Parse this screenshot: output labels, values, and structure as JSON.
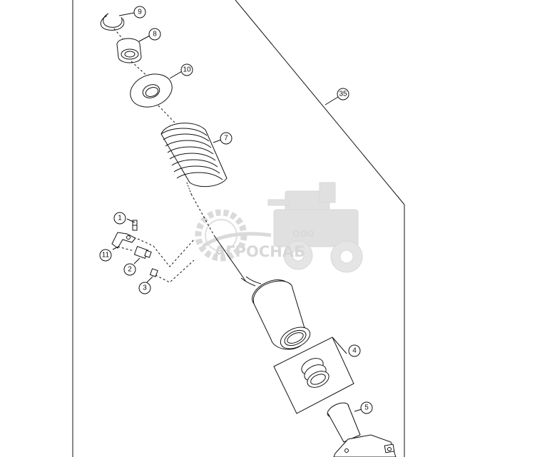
{
  "diagram": {
    "callouts": [
      "9",
      "8",
      "10",
      "35",
      "7",
      "1",
      "11",
      "2",
      "3",
      "4",
      "5"
    ]
  },
  "watermark": {
    "prefix": "ООО",
    "name": "АГРОСНАБ"
  }
}
